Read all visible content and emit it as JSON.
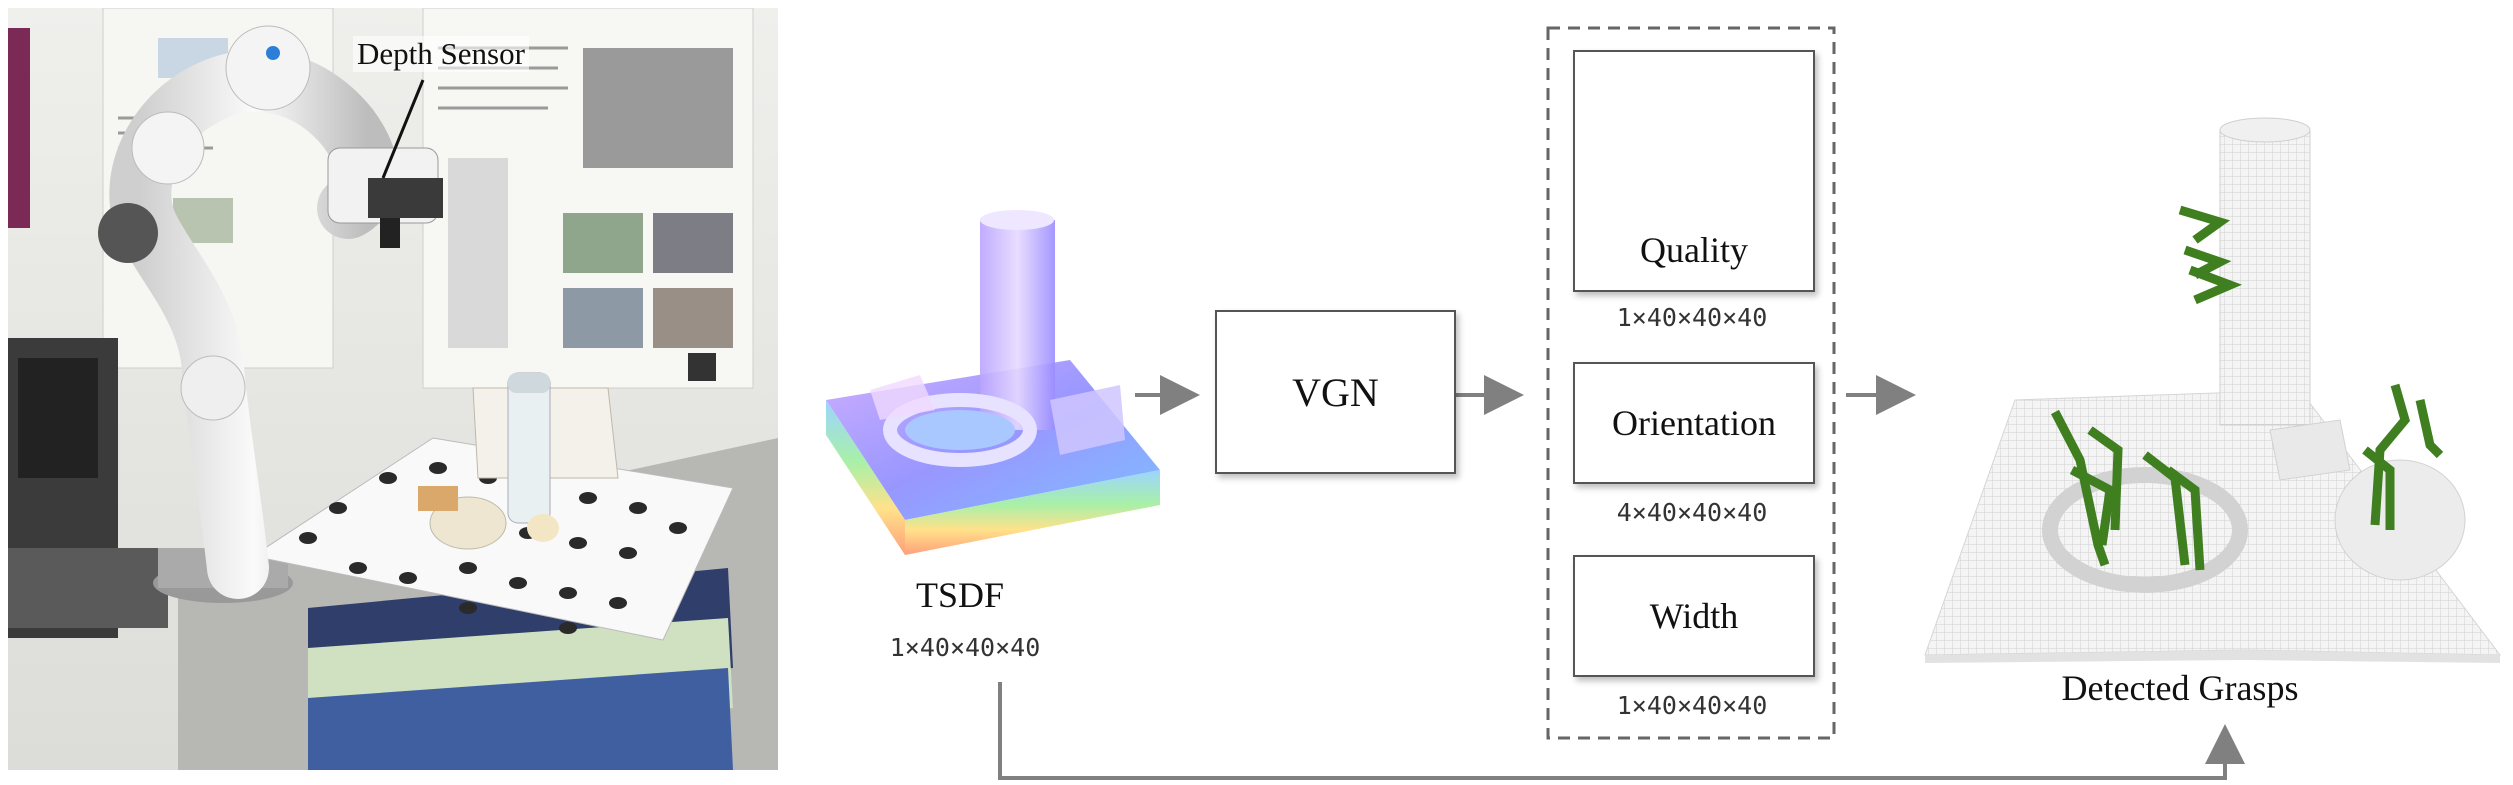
{
  "photo": {
    "annotation": "Depth Sensor"
  },
  "input": {
    "name": "TSDF",
    "shape": "1×40×40×40"
  },
  "network": {
    "name": "VGN"
  },
  "outputs": [
    {
      "name": "Quality",
      "shape": "1×40×40×40"
    },
    {
      "name": "Orientation",
      "shape": "4×40×40×40"
    },
    {
      "name": "Width",
      "shape": "1×40×40×40"
    }
  ],
  "result": {
    "name": "Detected Grasps"
  },
  "colors": {
    "arrow": "#808080",
    "grasp": "#3f7f1f",
    "box_border": "#555555",
    "dashed_border": "#666666"
  }
}
